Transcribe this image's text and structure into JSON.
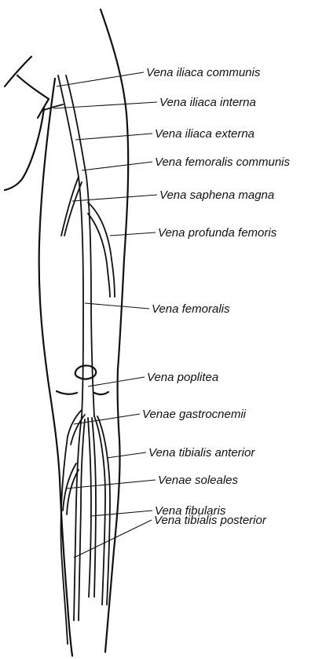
{
  "labels": {
    "iliaca_communis": "Vena iliaca communis",
    "iliaca_interna": "Vena iliaca interna",
    "iliaca_externa": "Vena iliaca externa",
    "femoralis_communis": "Vena femoralis communis",
    "saphena_magna": "Vena saphena magna",
    "profunda_femoris": "Vena profunda femoris",
    "femoralis": "Vena femoralis",
    "poplitea": "Vena poplitea",
    "gastrocnemii": "Venae gastrocnemii",
    "tibialis_anterior": "Vena tibialis anterior",
    "soleales": "Venae soleales",
    "fibularis": "Vena fibularis",
    "tibialis_posterior": "Vena tibialis posterior"
  }
}
